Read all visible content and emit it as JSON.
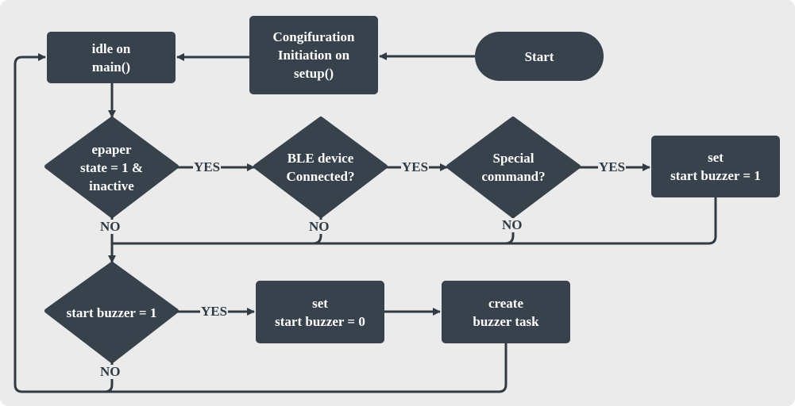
{
  "nodes": {
    "start": "Start",
    "config": "Congifuration\nInitiation on\nsetup()",
    "idle": "idle on\nmain()",
    "epaper": "epaper\nstate = 1 &\ninactive",
    "ble": "BLE device\nConnected?",
    "special": "Special\ncommand?",
    "set1": "set\nstart buzzer  = 1",
    "check_buzzer": "start buzzer = 1",
    "set0": "set\nstart buzzer  = 0",
    "create_task": "create\nbuzzer task"
  },
  "edge_labels": {
    "yes1": "YES",
    "yes2": "YES",
    "yes3": "YES",
    "yes4": "YES",
    "no1": "NO",
    "no2": "NO",
    "no3": "NO",
    "no4": "NO"
  },
  "colors": {
    "shape_fill": "#37424c",
    "line": "#323b44",
    "background": "#ebebeb",
    "text": "#ffffff"
  }
}
